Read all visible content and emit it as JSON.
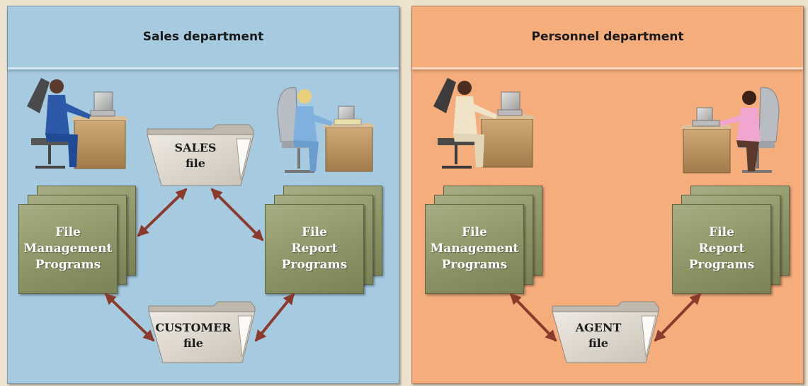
{
  "departments": [
    {
      "title": "Sales department",
      "color": "#a6cbe1",
      "programs": [
        "File\nManagement\nPrograms",
        "File\nReport\nPrograms"
      ],
      "files": [
        "SALES\nfile",
        "CUSTOMER\nfile"
      ]
    },
    {
      "title": "Personnel department",
      "color": "#f5ad7c",
      "programs": [
        "File\nManagement\nPrograms",
        "File\nReport\nPrograms"
      ],
      "files": [
        "AGENT\nfile"
      ]
    }
  ],
  "colors": {
    "arrow": "#8b3a2b",
    "program_box": "#8d9567",
    "file_folder": "#d7d1c8"
  },
  "icons": [
    "desk-worker-icon",
    "file-folder-icon",
    "double-arrow-icon"
  ]
}
